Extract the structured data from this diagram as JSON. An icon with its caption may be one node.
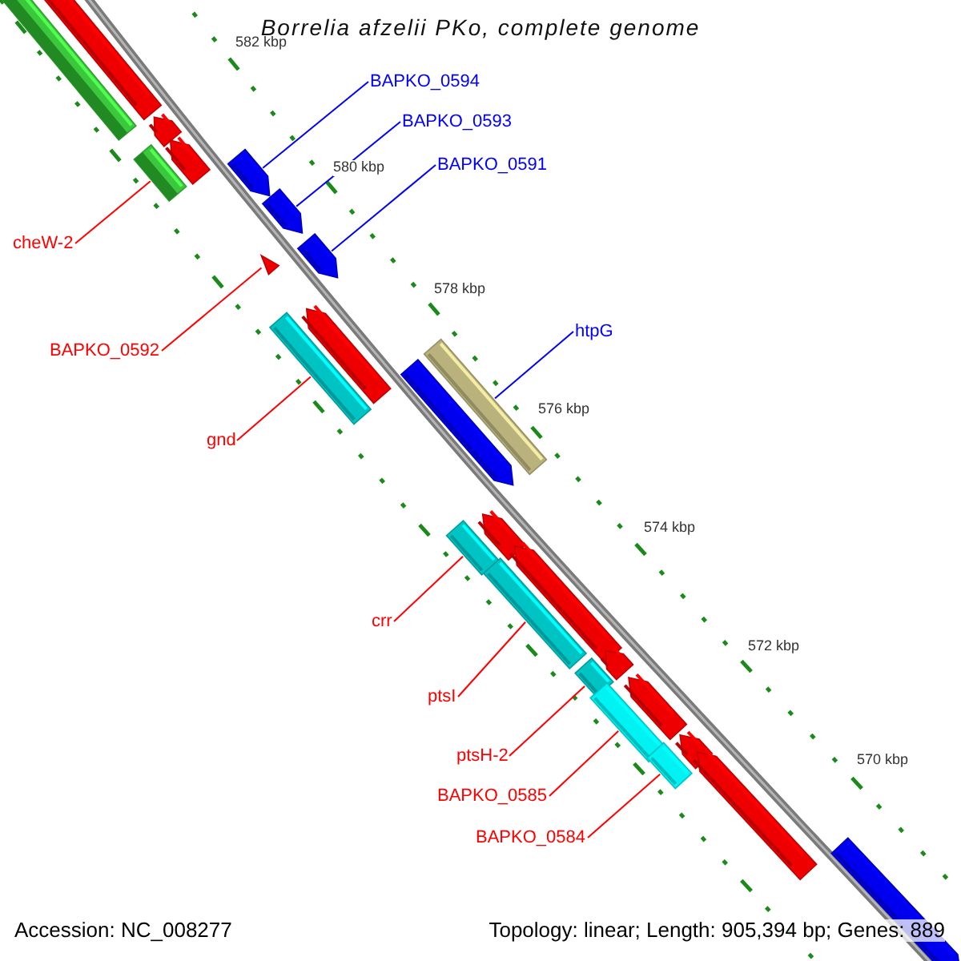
{
  "diagram": {
    "title": "Borrelia afzelii PKo, complete genome",
    "nodes": [
      {
        "text": [
          "BAPKO_0594"
        ]
      },
      {
        "text": [
          "BAPKO_0593"
        ]
      },
      {
        "text": [
          "BAPKO_0591"
        ]
      },
      {
        "text": [
          "cheW-2"
        ]
      },
      {
        "text": [
          "BAPKO_0592"
        ]
      },
      {
        "text": [
          "htpG"
        ]
      },
      {
        "text": [
          "gnd"
        ]
      },
      {
        "text": [
          "crr"
        ]
      },
      {
        "text": [
          "ptsI"
        ]
      },
      {
        "text": [
          "ptsH-2"
        ]
      },
      {
        "text": [
          "BAPKO_0585"
        ]
      },
      {
        "text": [
          "BAPKO_0584"
        ]
      },
      {
        "text": [],
        "shape": "bar"
      },
      {
        "text": [],
        "shape": "arrow"
      },
      {
        "text": [],
        "shape": "arrow"
      },
      {
        "text": [],
        "shape": "arrow"
      },
      {
        "text": [],
        "shape": "triangle"
      },
      {
        "text": [],
        "shape": "bar"
      },
      {
        "text": [],
        "shape": "bar"
      },
      {
        "text": [],
        "shape": "bar"
      },
      {
        "text": [],
        "shape": "bar"
      },
      {
        "text": [],
        "shape": "bar"
      },
      {
        "text": [],
        "shape": "bar"
      },
      {
        "text": [],
        "shape": "bar"
      }
    ],
    "edges": [
      {
        "from": 0,
        "to": 13,
        "arrow": "none",
        "color": "#0000ff"
      },
      {
        "from": 1,
        "to": 14,
        "arrow": "none",
        "color": "#0000ff"
      },
      {
        "from": 2,
        "to": 15,
        "arrow": "none",
        "color": "#0000ff"
      },
      {
        "from": 3,
        "to": 12,
        "arrow": "none"
      },
      {
        "from": 4,
        "to": 16,
        "arrow": "none"
      },
      {
        "from": 5,
        "to": 18,
        "arrow": "none",
        "color": "#0000ff"
      },
      {
        "from": 6,
        "to": 17,
        "arrow": "none"
      },
      {
        "from": 7,
        "to": 19,
        "arrow": "none"
      },
      {
        "from": 8,
        "to": 20,
        "arrow": "none"
      },
      {
        "from": 9,
        "to": 21,
        "arrow": "none"
      },
      {
        "from": 10,
        "to": 22,
        "arrow": "none"
      },
      {
        "from": 11,
        "to": 23,
        "arrow": "none"
      }
    ],
    "labels": [
      "582 kbp",
      "580 kbp",
      "578 kbp",
      "576 kbp",
      "574 kbp",
      "572 kbp",
      "570 kbp",
      "Accession: NC_008277",
      "Topology: linear; Length: 905,394 bp; Genes: 889"
    ]
  }
}
